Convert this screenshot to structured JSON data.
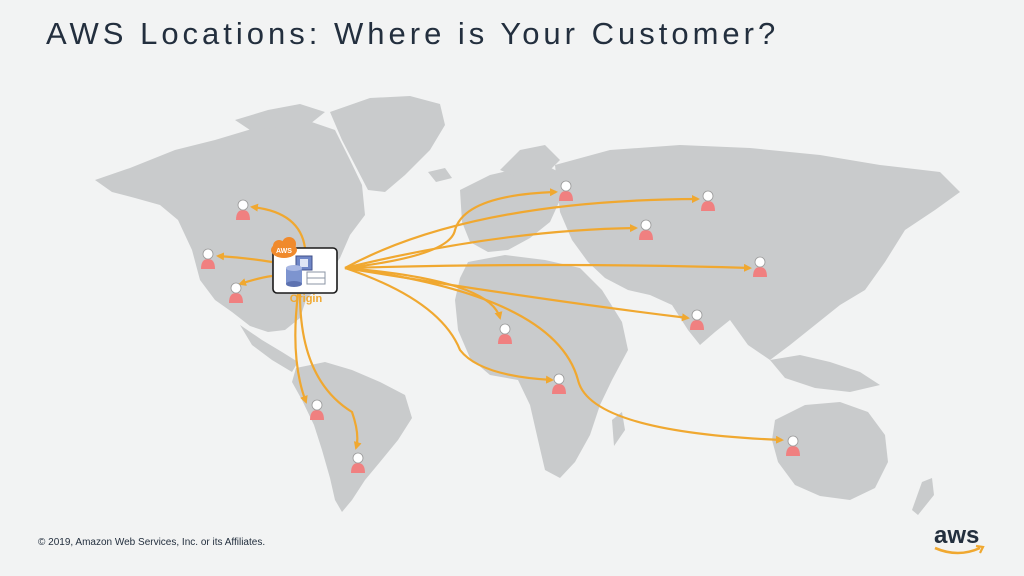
{
  "title": "AWS Locations: Where is Your Customer?",
  "origin": {
    "label": "Origin",
    "badge": "AWS"
  },
  "footer": {
    "copyright": "© 2019, Amazon Web Services, Inc. or its Affiliates."
  },
  "logo": {
    "text": "aws"
  },
  "colors": {
    "background": "#f2f3f3",
    "land": "#c9cbcc",
    "arrow": "#f0a830",
    "user": "#f08080",
    "title": "#232f3e",
    "origin_label": "#f0a830"
  },
  "icons": [
    "user-icon",
    "server-icon",
    "database-icon",
    "aws-cloud-icon",
    "aws-smile-icon"
  ]
}
